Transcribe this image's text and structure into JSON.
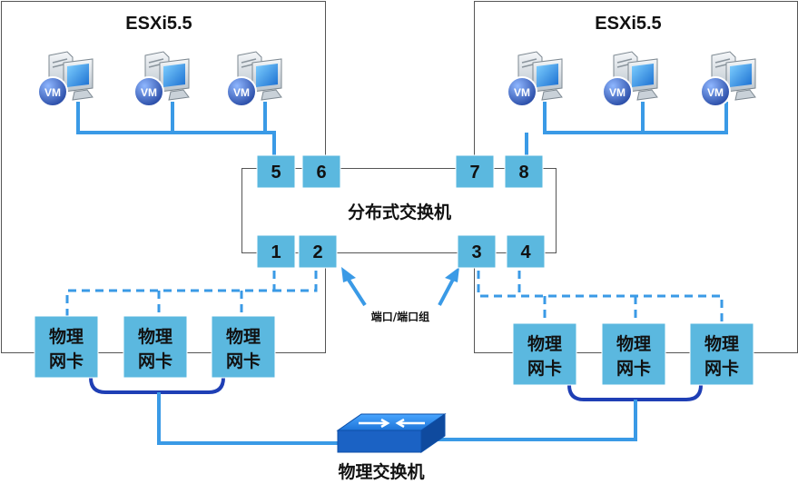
{
  "hosts": [
    {
      "title": "ESXi5.5"
    },
    {
      "title": "ESXi5.5"
    }
  ],
  "vm_badge": "VM",
  "ports": [
    "1",
    "2",
    "3",
    "4",
    "5",
    "6",
    "7",
    "8"
  ],
  "nic_label": {
    "line1": "物理",
    "line2": "网卡"
  },
  "dvs_label": "分布式交换机",
  "port_group_label": "端口/端口组",
  "physical_switch_label": "物理交换机",
  "colors": {
    "port_fill": "#5bb8df",
    "link": "#3a9ae6",
    "team": "#1f3fb5",
    "nic_fill": "#5bb8df"
  }
}
